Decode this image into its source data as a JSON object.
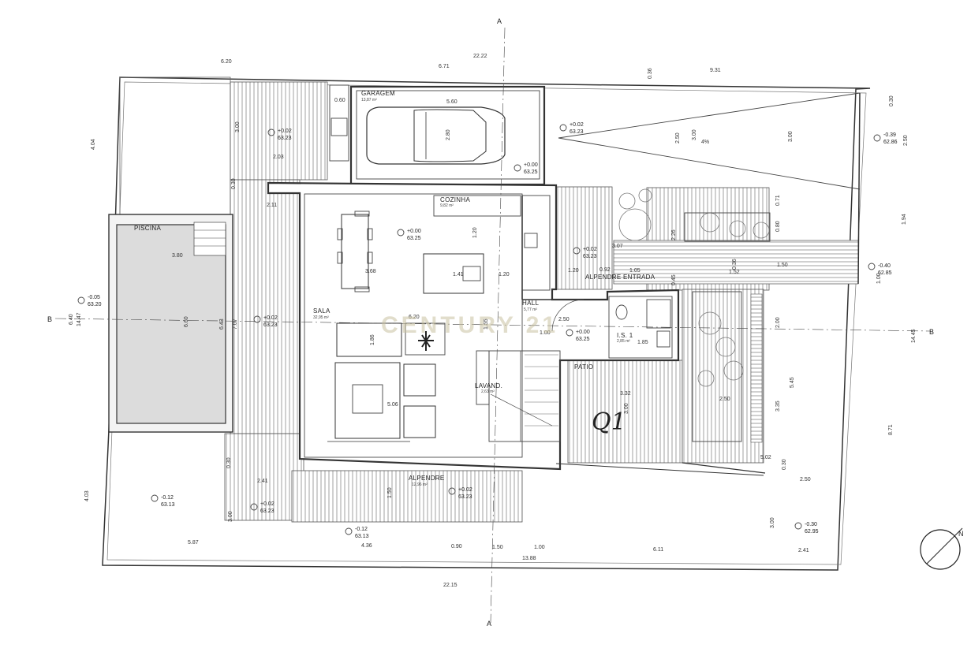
{
  "rooms": {
    "garagem": "GARAGEM",
    "garagem_area": "13,87 m²",
    "cozinha": "COZINHA",
    "cozinha_area": "9,82 m²",
    "sala": "SALA",
    "sala_area": "32,95 m²",
    "hall": "HALL",
    "hall_area": "5,77 m²",
    "alpendre_entrada": "ALPENDRE ENTRADA",
    "is": "I.S. 1",
    "is_area": "2,85 m²",
    "patio": "PATIO",
    "lavand": "LAVAND.",
    "lavand_area": "2,63 m²",
    "alpendre": "ALPENDRE",
    "alpendre_area": "12,96 m²",
    "piscina": "PISCINA"
  },
  "levels": {
    "garagem_top": {
      "top": "+0.02",
      "bot": "63.23"
    },
    "garage_floor": {
      "top": "+0.00",
      "bot": "63.25"
    },
    "drive_left": {
      "top": "+0.02",
      "bot": "63.23"
    },
    "right_top": {
      "top": "-0.39",
      "bot": "62.86"
    },
    "cozinha": {
      "top": "+0.00",
      "bot": "63.25"
    },
    "alpendre_entrada": {
      "top": "+0.02",
      "bot": "63.23"
    },
    "right_mid": {
      "top": "-0.40",
      "bot": "62.85"
    },
    "pool": {
      "top": "-0.05",
      "bot": "63.20"
    },
    "deck_left": {
      "top": "+0.02",
      "bot": "63.23"
    },
    "hall": {
      "top": "+0.00",
      "bot": "63.25"
    },
    "garden_left": {
      "top": "-0.12",
      "bot": "63.13"
    },
    "deck_bottom": {
      "top": "+0.02",
      "bot": "63.23"
    },
    "alpendre": {
      "top": "+0.02",
      "bot": "63.23"
    },
    "bottom_mid": {
      "top": "-0.12",
      "bot": "63.13"
    },
    "bottom_right": {
      "top": "-0.30",
      "bot": "62.95"
    }
  },
  "dims": {
    "top_total": "22.22",
    "top_left": "6.20",
    "top_mid": "6.71",
    "top_right": "9.31",
    "top_small": "0.36",
    "right_top": "0.30",
    "garage_width": "5.60",
    "garage_post": "0.60",
    "garage_depth": "2.80",
    "left_top_h": "3.00",
    "left_top_w": "2.03",
    "deck_left_h": "4.04",
    "deck_left_small": "0.30",
    "deck_strip": "2.11",
    "drive_a": "2.50",
    "drive_b": "3.00",
    "drive_slope": "4%",
    "drive_c": "3.00",
    "right_250": "2.50",
    "coz_120": "1.20",
    "coz_141": "1.41",
    "coz_120b": "1.20",
    "sala_368": "3.68",
    "sala_620": "6.20",
    "sala_186": "1.86",
    "sala_506": "5.06",
    "hall_155": "1.55",
    "hall_100": "1.00",
    "hall_250": "2.50",
    "is_185": "1.85",
    "entr_307": "3.07",
    "entr_120": "1.20",
    "entr_092": "0.92",
    "entr_105": "1.05",
    "entr_226": "2.26",
    "entr_045": "0.45",
    "entr_071": "0.71",
    "entr_080": "0.80",
    "entr_036": "0.36",
    "entr_150": "1.50",
    "entr_152": "1.52",
    "right_194": "1.94",
    "right_100": "1.00",
    "right_200": "2.00",
    "patio_332": "3.32",
    "patio_300": "3.00",
    "garden_335": "3.35",
    "garden_250": "2.50",
    "right_545": "5.45",
    "right_871": "8.71",
    "right_1445": "14.45",
    "pool_380": "3.80",
    "pool_660": "6.60",
    "pool_643": "6.43",
    "pool_707": "7.07",
    "left_1447": "14.47",
    "left_640": "6.40",
    "bot_030": "0.30",
    "bot_241": "2.41",
    "alp_150": "1.50",
    "bot_403": "4.03",
    "bot_300": "3.00",
    "bot_587": "5.87",
    "bot_436": "4.36",
    "bot_090": "0.90",
    "bot_150": "1.50",
    "bot_100": "1.00",
    "bot_1388": "13.88",
    "bot_611": "6.11",
    "bot_300b": "3.00",
    "bot_241b": "2.41",
    "bot_2215": "22.15",
    "right_502": "5.02",
    "right_030b": "0.30",
    "right_250b": "2.50"
  },
  "cuts": {
    "a_top": "A",
    "a_bot": "A",
    "b_left": "B",
    "b_right": "B"
  },
  "watermark": "CENTURY 21",
  "handwritten": "Q1",
  "north": "N"
}
